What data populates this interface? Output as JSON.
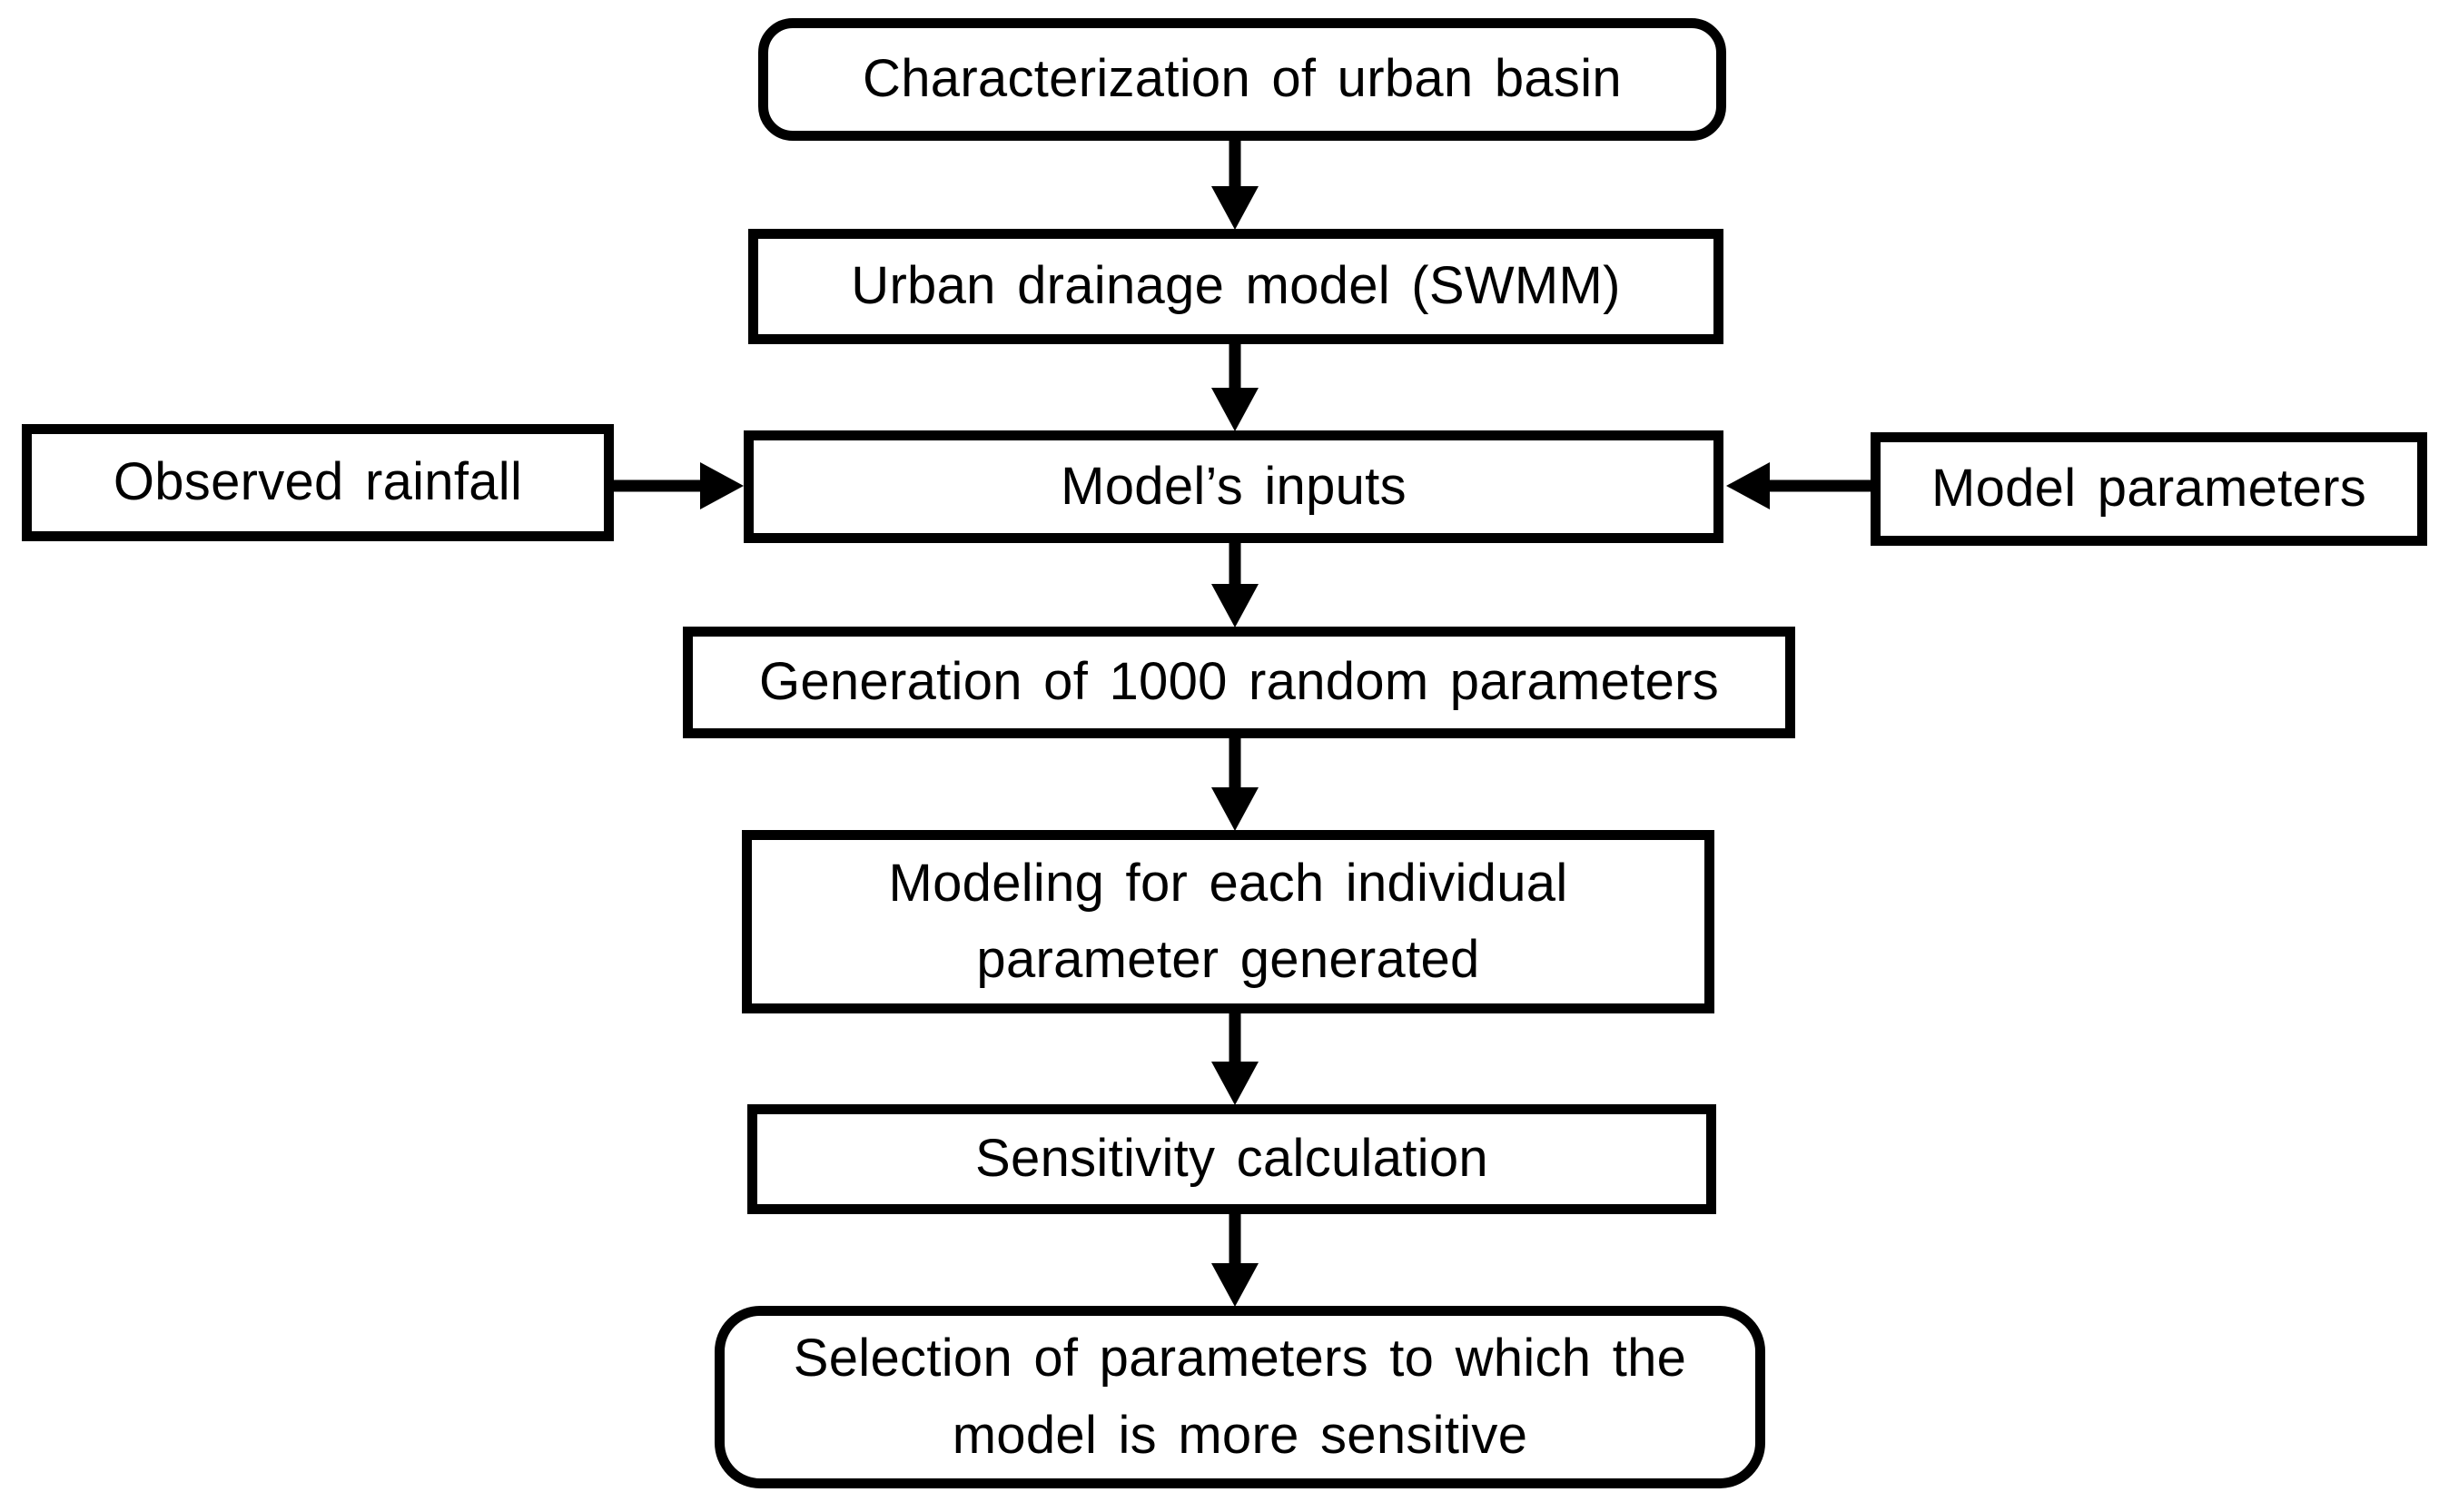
{
  "colors": {
    "stroke": "#000000",
    "box_fill": "#ffffff",
    "background": "#ffffff"
  },
  "nodes": {
    "characterization": {
      "label": "Characterization of urban basin"
    },
    "urban_drainage_model": {
      "label": "Urban drainage model (SWMM)"
    },
    "observed_rainfall": {
      "label": "Observed rainfall"
    },
    "model_inputs": {
      "label": "Model’s inputs"
    },
    "model_parameters": {
      "label": "Model parameters"
    },
    "generation_random_parameters": {
      "label": "Generation of 1000 random parameters"
    },
    "modeling_each_parameter": {
      "line1": "Modeling for each individual",
      "line2": "parameter generated"
    },
    "sensitivity_calculation": {
      "label": "Sensitivity calculation"
    },
    "selection_sensitive_parameters": {
      "line1": "Selection of parameters to which the",
      "line2": "model is more sensitive"
    }
  }
}
